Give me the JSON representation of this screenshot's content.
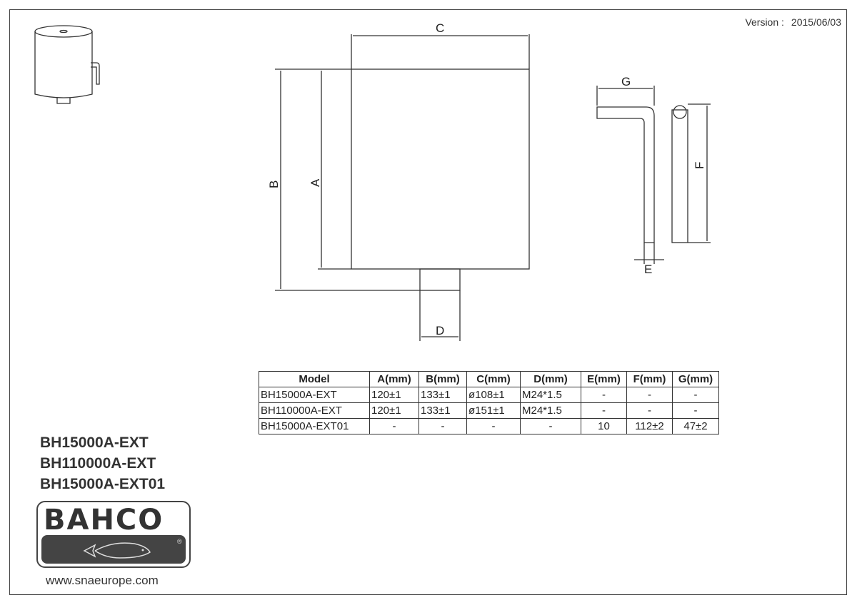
{
  "version": {
    "label": "Version :",
    "value": "2015/06/03"
  },
  "dimensions": {
    "A": "A",
    "B": "B",
    "C": "C",
    "D": "D",
    "E": "E",
    "F": "F",
    "G": "G"
  },
  "table": {
    "headers": [
      "Model",
      "A(mm)",
      "B(mm)",
      "C(mm)",
      "D(mm)",
      "E(mm)",
      "F(mm)",
      "G(mm)"
    ],
    "rows": [
      [
        "BH15000A-EXT",
        "120±1",
        "133±1",
        "ø108±1",
        "M24*1.5",
        "-",
        "-",
        "-"
      ],
      [
        "BH110000A-EXT",
        "120±1",
        "133±1",
        "ø151±1",
        "M24*1.5",
        "-",
        "-",
        "-"
      ],
      [
        "BH15000A-EXT01",
        "-",
        "-",
        "-",
        "-",
        "10",
        "112±2",
        "47±2"
      ]
    ]
  },
  "models": [
    "BH15000A-EXT",
    "BH110000A-EXT",
    "BH15000A-EXT01"
  ],
  "logo": {
    "text": "BAHCO",
    "registered": "®"
  },
  "url": "www.snaeurope.com"
}
